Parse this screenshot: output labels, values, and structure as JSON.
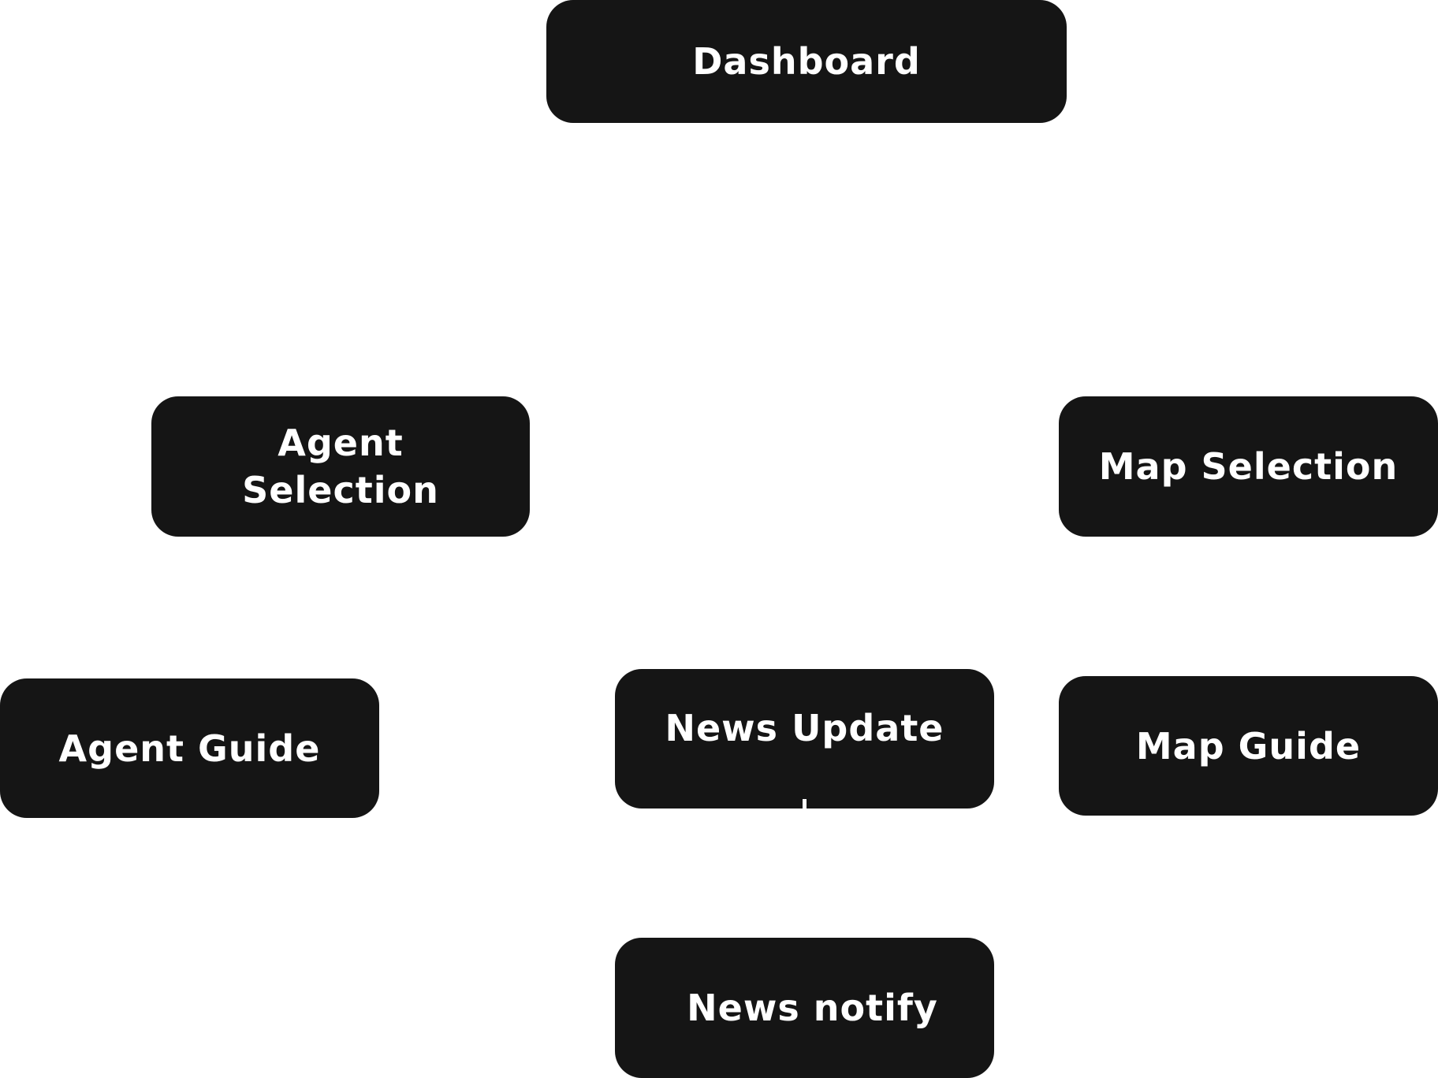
{
  "diagram": {
    "nodes": [
      {
        "id": "dashboard",
        "label": "Dashboard"
      },
      {
        "id": "agent-selection",
        "label": "Agent Selection"
      },
      {
        "id": "map-selection",
        "label": "Map Selection"
      },
      {
        "id": "agent-guide",
        "label": "Agent Guide"
      },
      {
        "id": "news-update",
        "label": "News Update"
      },
      {
        "id": "map-guide",
        "label": "Map Guide"
      },
      {
        "id": "news-notify",
        "label": "News notify"
      }
    ],
    "colors": {
      "node_fill": "#151515",
      "node_text": "#ffffff",
      "background": "#ffffff"
    }
  }
}
